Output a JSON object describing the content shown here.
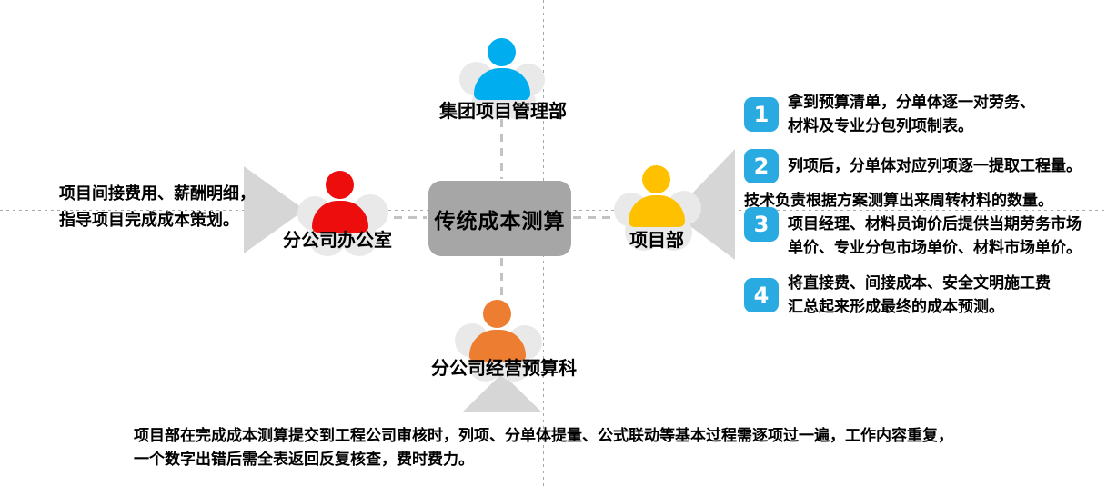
{
  "center": {
    "label": "传统成本测算"
  },
  "roles": {
    "top": {
      "label": "集团项目管理部",
      "color": "#00aeef"
    },
    "left": {
      "label": "分公司办公室",
      "color": "#ee0d0d"
    },
    "right": {
      "label": "项目部",
      "color": "#ffc000"
    },
    "bottom": {
      "label": "分公司经营预算科",
      "color": "#ed7d31"
    }
  },
  "left_note": {
    "lines": [
      "项目间接费用、薪酬明细，",
      "指导项目完成成本策划。"
    ]
  },
  "steps": [
    {
      "number": "1",
      "lines": [
        "拿到预算清单，分单体逐一对劳务、",
        "材料及专业分包列项制表。"
      ]
    },
    {
      "number": "2",
      "lines": [
        "列项后，分单体对应列项逐一提取工程量。"
      ]
    },
    {
      "number": "3",
      "lines": [
        "技术负责根据方案测算出来周转材料的数量。",
        "项目经理、材料员询价后提供当期劳务市场",
        "单价、专业分包市场单价、材料市场单价。"
      ]
    },
    {
      "number": "4",
      "lines": [
        "将直接费、间接成本、安全文明施工费",
        "汇总起来形成最终的成本预测。"
      ]
    }
  ],
  "bottom_note": {
    "lines": [
      "项目部在完成成本测算提交到工程公司审核时，列项、分单体提量、公式联动等基本过程需逐项过一遍，工作内容重复，",
      "一个数字出错后需全表返回反复核查，费时费力。"
    ]
  },
  "colors": {
    "role_top": "#00aeef",
    "role_left": "#ee0d0d",
    "role_right": "#ffc000",
    "role_bottom": "#ed7d31",
    "step_badge": "#29abe2",
    "center_box": "#a6a6a6",
    "callout": "#d6d6d6",
    "cloud": "#e9e9e9",
    "connector_dash": "#c3c3c3",
    "guide_line": "#a8a8a8"
  }
}
